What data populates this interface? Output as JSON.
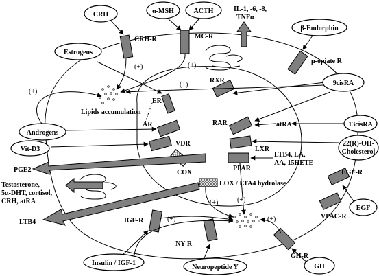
{
  "ligands": {
    "crh": "CRH",
    "amsh": "α-MSH",
    "acth": "ACTH",
    "beta_endorphin": "β-Endorphin",
    "estrogens": "Estrogens",
    "nine_cis_ra": "9cisRA",
    "thirteen_cis_ra": "13cisRA",
    "oh_cholesterol_line1": "22(R)-OH-",
    "oh_cholesterol_line2": "Cholesterol",
    "androgens": "Androgens",
    "vit_d3": "Vit-D3",
    "egf": "EGF",
    "insulin_igf1": "Insulin / IGF-1",
    "neuropeptide_y": "Neuropeptide Y",
    "gh": "GH"
  },
  "receptors": {
    "crh_r": "CRH-R",
    "mc_r": "MC-R",
    "mu_opiate_r": "μ-opiate R",
    "er": "ER",
    "rxr": "RXR",
    "rar": "RAR",
    "ar": "AR",
    "vdr": "VDR",
    "lxr": "LXR",
    "ppar": "PPAR",
    "cox": "COX",
    "lox": "LOX / LTA4 hydrolase",
    "egf_r": "EGF-R",
    "vpac_r": "VPAC-R",
    "igf_r": "IGF-R",
    "ny_r": "NY-R",
    "gh_r": "GH-R"
  },
  "mediators": {
    "il_line1": "IL-1, -6, -8,",
    "il_line2": "TNFα",
    "atra": "atRA",
    "ppar_ligands_line1": "LTB4, LA,",
    "ppar_ligands_line2": "AA, 15HETE",
    "pge2": "PGE2",
    "steroids_line1": "Testosterone,",
    "steroids_line2": "5α-DHT, cortisol,",
    "steroids_line3": "CRH, atRA",
    "ltb4": "LTB4"
  },
  "labels": {
    "lipids_accumulation": "Lipids accumulation",
    "plus": "(+)"
  }
}
